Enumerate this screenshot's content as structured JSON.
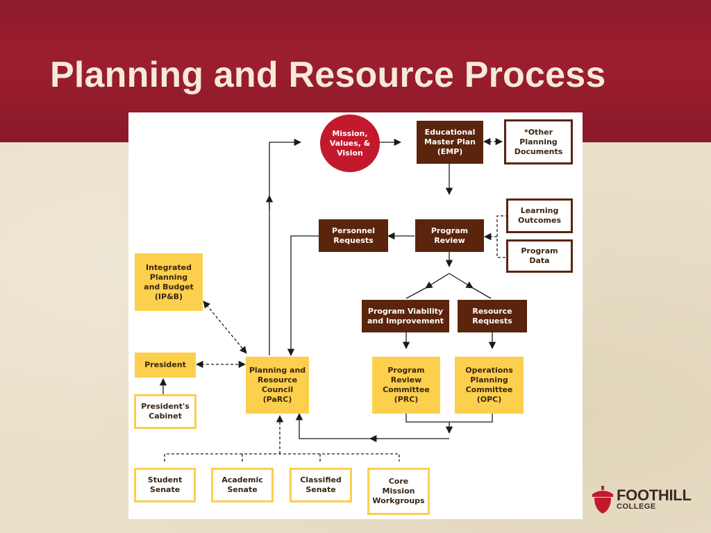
{
  "slide": {
    "title": "Planning and Resource Process"
  },
  "nodes": {
    "mission": "Mission,\nValues, &\nVision",
    "emp": "Educational\nMaster Plan\n(EMP)",
    "other_docs": "*Other\nPlanning\nDocuments",
    "learning_outcomes": "Learning\nOutcomes",
    "program_data": "Program\nData",
    "personnel_requests": "Personnel\nRequests",
    "program_review": "Program\nReview",
    "ipb": "Integrated\nPlanning\nand Budget\n(IP&B)",
    "program_viability": "Program Viability\nand Improvement",
    "resource_requests": "Resource\nRequests",
    "president": "President",
    "parc": "Planning and\nResource\nCouncil\n(PaRC)",
    "prc": "Program\nReview\nCommittee\n(PRC)",
    "opc": "Operations\nPlanning\nCommittee\n(OPC)",
    "presidents_cabinet": "President's\nCabinet",
    "student_senate": "Student\nSenate",
    "academic_senate": "Academic\nSenate",
    "classified_senate": "Classified\nSenate",
    "core_mission": "Core\nMission\nWorkgroups"
  },
  "logo": {
    "name": "FOOTHILL",
    "sub": "COLLEGE",
    "icon": "acorn-icon"
  },
  "colors": {
    "header": "#9c1e2e",
    "dark_box": "#5a240d",
    "yellow_box": "#fccf4d",
    "circle": "#c2192d"
  }
}
